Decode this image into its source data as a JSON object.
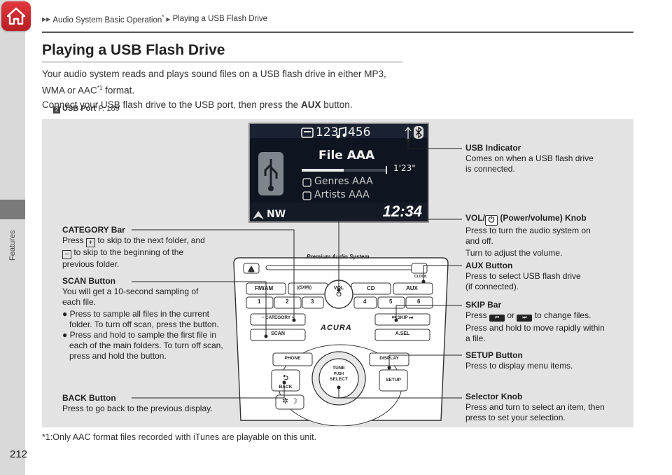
{
  "breadcrumb": {
    "part1": "Audio System Basic Operation",
    "part1_sup": "*",
    "part2": "Playing a USB Flash Drive"
  },
  "sidebar": {
    "label": "Features"
  },
  "page_number": "212",
  "title": "Playing a USB Flash Drive",
  "intro": {
    "line1": "Your audio system reads and plays sound files on a USB flash drive in either MP3,",
    "line2a": "WMA or AAC",
    "line2_sup": "*1",
    "line2b": " format.",
    "line3a": "Connect your USB flash drive to the USB port, then press the ",
    "line3_bold": "AUX",
    "line3b": " button."
  },
  "xref": {
    "bold": "USB Port",
    "page": " P. 189"
  },
  "screen": {
    "folder": "123",
    "track": "456",
    "file": "File AAA",
    "time": "1'23\"",
    "genre": "Genres AAA",
    "artist": "Artists AAA",
    "compass": "NW",
    "clock": "12:34"
  },
  "unit": {
    "brand": "Premium Audio System",
    "fm_am": "FM/AM",
    "xm": "((SXM))",
    "vol": "VOL",
    "cd": "CD",
    "aux": "AUX",
    "clock_label": "CLOCK",
    "presets": [
      "1",
      "2",
      "3",
      "4",
      "5",
      "6"
    ],
    "category": "CATEGORY",
    "skip": "SKIP",
    "scan": "SCAN",
    "asel": "A.SEL",
    "acura": "ACURA",
    "phone": "PHONE",
    "display": "DISPLAY",
    "setup": "SETUP",
    "back": "BACK",
    "tune": "TUNE",
    "push": "PUSH",
    "select": "SELECT"
  },
  "labels": {
    "usb": {
      "title": "USB Indicator",
      "l1": "Comes on when a USB flash drive",
      "l2": "is connected."
    },
    "vol": {
      "title_a": "VOL/",
      "title_b": " (Power/volume) Knob",
      "l1": "Press to turn the audio system on",
      "l2": "and off.",
      "l3": "Turn to adjust the volume."
    },
    "aux": {
      "title": "AUX Button",
      "l1": "Press to select USB flash drive",
      "l2": "(if connected)."
    },
    "skip": {
      "title": "SKIP Bar",
      "l1a": "Press ",
      "l1b": " or ",
      "l1c": " to change files.",
      "l2": "Press and hold to move rapidly within",
      "l3": "a file."
    },
    "setup": {
      "title": "SETUP Button",
      "l1": "Press to display menu items."
    },
    "selector": {
      "title": "Selector Knob",
      "l1": "Press and turn to select an item, then",
      "l2": "press to set your selection."
    },
    "category": {
      "title": "CATEGORY Bar",
      "l1a": "Press ",
      "plus": "+",
      "l1b": " to skip to the next folder, and",
      "minus": "−",
      "l2": " to skip to the beginning of the",
      "l3": "previous folder."
    },
    "scan": {
      "title": "SCAN Button",
      "l1": "You will get a 10-second sampling of",
      "l2": "each file.",
      "b1": "Press to sample all files in the current folder. To turn off scan, press the button.",
      "b2": "Press and hold to sample the first file in each of the main folders. To turn off scan, press and hold the button."
    },
    "back": {
      "title": "BACK Button",
      "l1": "Press to go back to the previous display."
    }
  },
  "footnote": "*1:Only AAC format files recorded with iTunes are playable on this unit."
}
